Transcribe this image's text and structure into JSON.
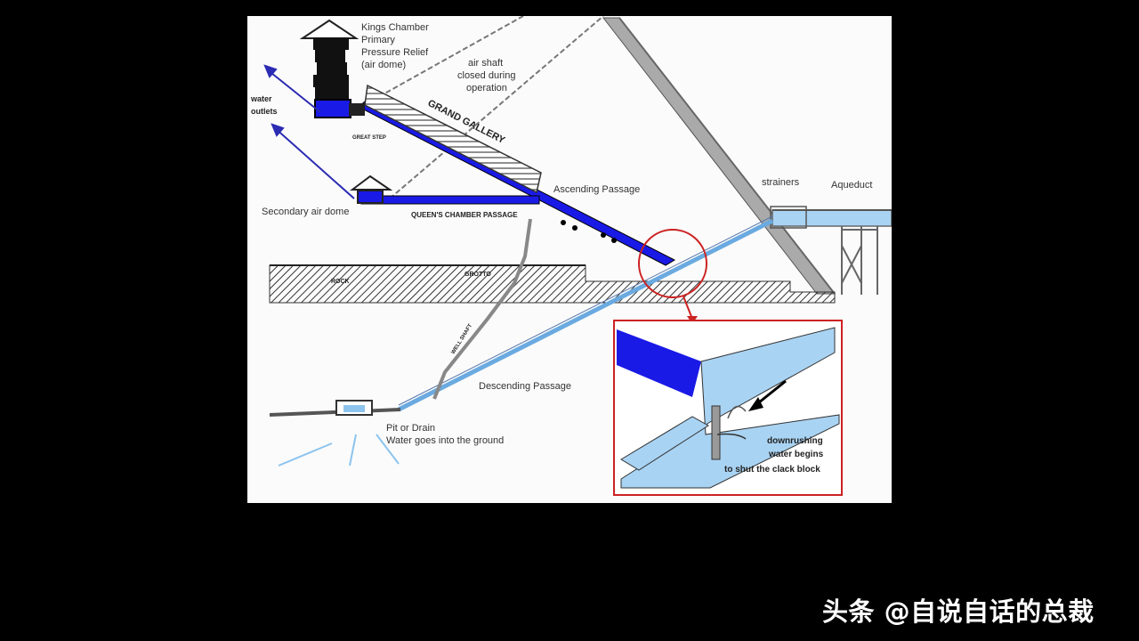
{
  "labels": {
    "kings_chamber": [
      "Kings Chamber",
      "Primary",
      "Pressure Relief",
      "(air dome)"
    ],
    "air_shaft": [
      "air shaft",
      "closed during",
      "operation"
    ],
    "grand_gallery": "GRAND GALLERY",
    "water_outlets": [
      "water",
      "outlets"
    ],
    "great_step": "GREAT STEP",
    "secondary_air_dome": "Secondary air dome",
    "queens_chamber_passage": "QUEEN'S CHAMBER PASSAGE",
    "ascending_passage": "Ascending Passage",
    "strainers": "strainers",
    "aqueduct": "Aqueduct",
    "rock": "ROCK",
    "grotto": "GROTTO",
    "well_shaft": "WELL SHAFT",
    "descending_passage": "Descending Passage",
    "pit_drain": [
      "Pit or Drain",
      "Water goes into the ground"
    ],
    "inset_caption": [
      "downrushing",
      "water begins",
      "to shut the clack block"
    ]
  },
  "colors": {
    "water_dark": "#1a1ae6",
    "water_light": "#8cc4ee",
    "highlight": "#cc2222",
    "background": "#000000",
    "figure_bg": "#fbfbfb"
  },
  "watermark": "头条 @自说自话的总裁"
}
